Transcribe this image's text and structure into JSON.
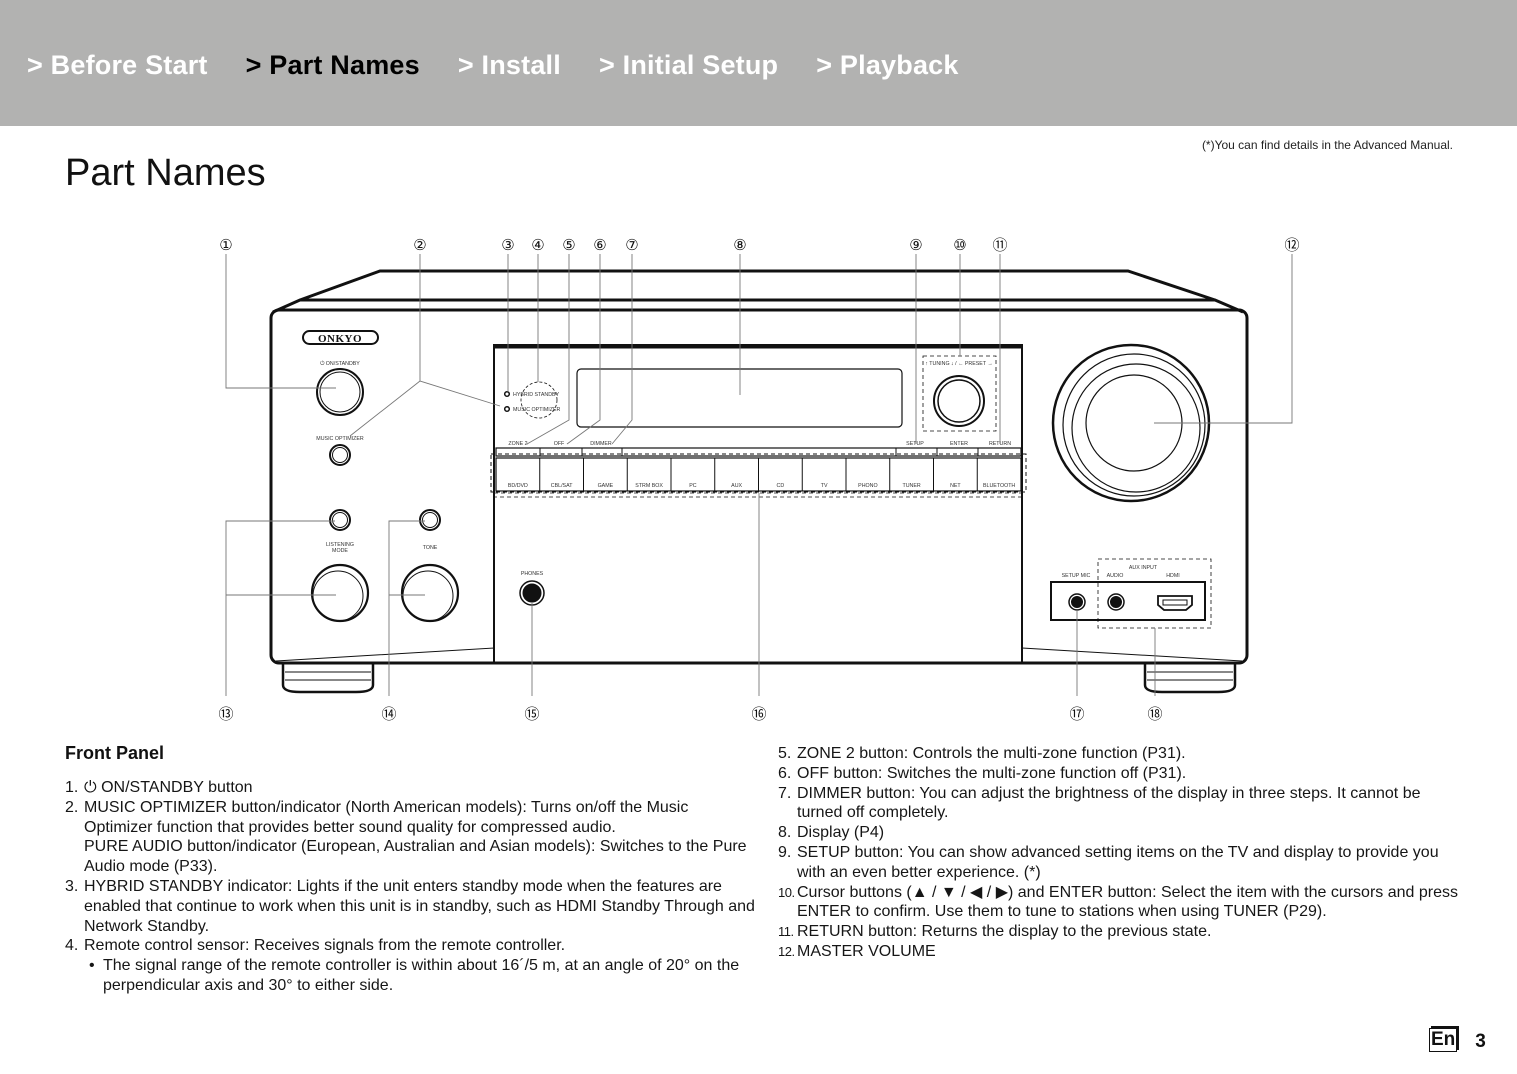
{
  "nav": {
    "items": [
      {
        "label": "> Before Start",
        "active": false
      },
      {
        "label": "> Part Names",
        "active": true
      },
      {
        "label": "> Install",
        "active": false
      },
      {
        "label": "> Initial Setup",
        "active": false
      },
      {
        "label": "> Playback",
        "active": false
      }
    ]
  },
  "note": "(*)You can find details in the Advanced Manual.",
  "page_title": "Part Names",
  "diagram": {
    "brand": "ONKYO",
    "labels": {
      "on_standby": "⏻ ON/STANDBY",
      "music_optimizer": "MUSIC OPTIMIZER",
      "hybrid_standby": "HYBRID STANDBY",
      "music_optimizer_ind": "MUSIC OPTIMIZER",
      "zone2": "ZONE 2",
      "off": "OFF",
      "dimmer": "DIMMER",
      "setup": "SETUP",
      "enter": "ENTER",
      "return": "RETURN",
      "tuning_preset": "↑ TUNING ↓ / ← PRESET →",
      "listening_mode_1": "LISTENING",
      "listening_mode_2": "MODE",
      "tone": "TONE",
      "phones": "PHONES",
      "setup_mic": "SETUP MIC",
      "aux_input": "AUX INPUT",
      "audio": "AUDIO",
      "hdmi": "HDMI"
    },
    "input_buttons": [
      "BD/DVD",
      "CBL/SAT",
      "GAME",
      "STRM BOX",
      "PC",
      "AUX",
      "CD",
      "TV",
      "PHONO",
      "TUNER",
      "NET",
      "BLUETOOTH"
    ],
    "callouts_top": [
      "①",
      "②",
      "③",
      "④",
      "⑤",
      "⑥",
      "⑦",
      "⑧",
      "⑨",
      "⑩",
      "⑪",
      "⑫"
    ],
    "callouts_bottom": [
      "⑬",
      "⑭",
      "⑮",
      "⑯",
      "⑰",
      "⑱"
    ]
  },
  "front_panel": {
    "heading": "Front Panel",
    "left_items": [
      {
        "num": "1.",
        "lines": [
          "⏻ ON/STANDBY button"
        ]
      },
      {
        "num": "2.",
        "lines": [
          "MUSIC OPTIMIZER button/indicator (North American models): Turns on/off the Music Optimizer function that provides better sound quality for compressed audio.",
          "PURE AUDIO button/indicator (European, Australian and Asian models): Switches to the Pure Audio mode (P33)."
        ]
      },
      {
        "num": "3.",
        "lines": [
          "HYBRID STANDBY indicator: Lights if the unit enters standby mode when the features are enabled that continue to work when this unit is in standby, such as HDMI Standby Through and Network Standby."
        ]
      },
      {
        "num": "4.",
        "lines": [
          "Remote control sensor: Receives signals from the remote controller."
        ],
        "bullet": "The signal range of the remote controller is within about 16´/5 m, at an angle of 20° on the perpendicular axis and 30° to either side."
      }
    ],
    "right_items": [
      {
        "num": "5.",
        "lines": [
          "ZONE 2 button: Controls the multi-zone function (P31)."
        ]
      },
      {
        "num": "6.",
        "lines": [
          "OFF button: Switches the multi-zone function off (P31)."
        ]
      },
      {
        "num": "7.",
        "lines": [
          "DIMMER button: You can adjust the brightness of the display in three steps. It cannot be turned off completely."
        ]
      },
      {
        "num": "8.",
        "lines": [
          "Display (P4)"
        ]
      },
      {
        "num": "9.",
        "lines": [
          "SETUP button: You can show advanced setting items on the TV and display to provide you with an even better experience. (*)"
        ]
      },
      {
        "num": "10.",
        "lines": [
          "Cursor buttons (▲ / ▼ / ◀ / ▶) and ENTER button: Select the item with the cursors and press ENTER to confirm. Use them to tune to stations when using TUNER (P29)."
        ]
      },
      {
        "num": "11.",
        "lines": [
          "RETURN button: Returns the display to the previous state."
        ]
      },
      {
        "num": "12.",
        "lines": [
          "MASTER VOLUME"
        ]
      }
    ]
  },
  "footer": {
    "language": "En",
    "page_number": "3"
  }
}
